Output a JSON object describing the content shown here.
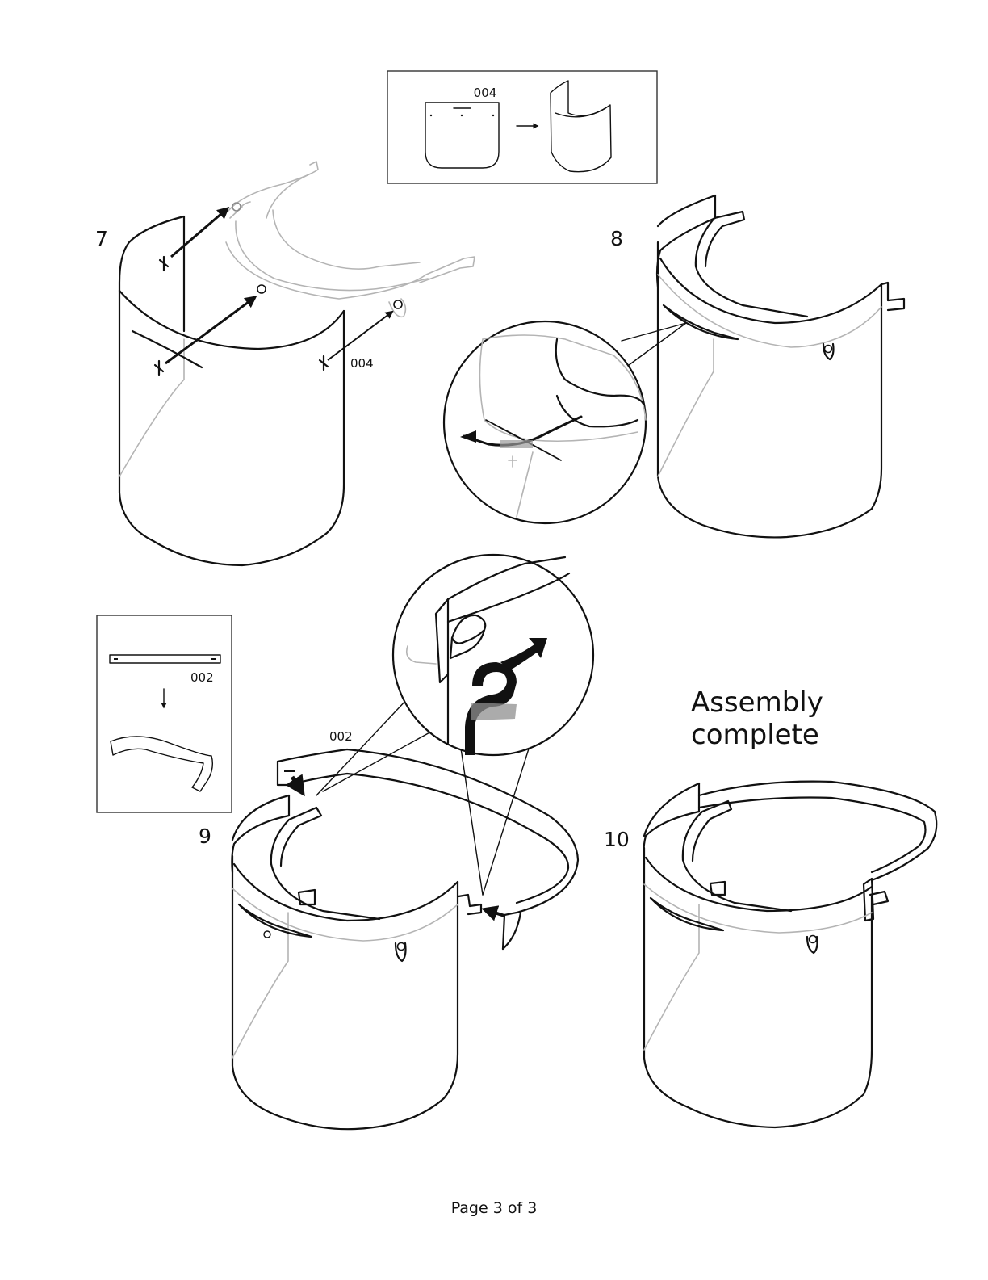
{
  "steps": [
    {
      "number": "7",
      "part_label": "004"
    },
    {
      "number": "8"
    },
    {
      "number": "9",
      "part_label": "002"
    },
    {
      "number": "10",
      "caption_line1": "Assembly",
      "caption_line2": "complete"
    }
  ],
  "insets": {
    "visor_part": "004",
    "strap_part": "002"
  },
  "footer": "Page 3 of 3"
}
